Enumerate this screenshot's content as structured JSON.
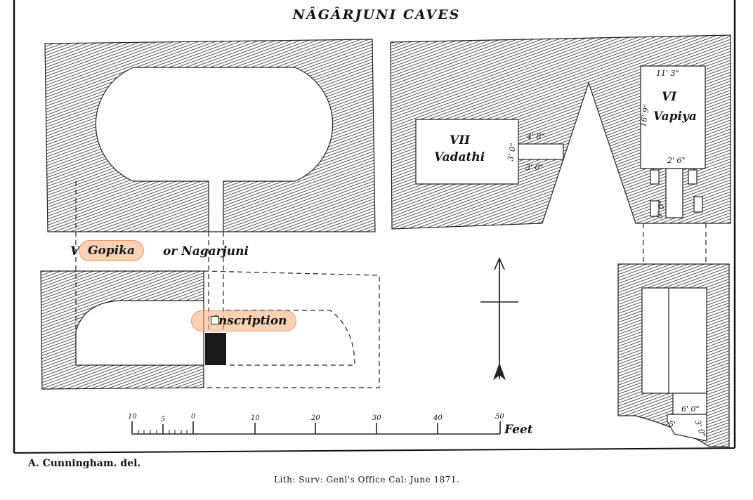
{
  "title": "NÂGÂRJUNI CAVES",
  "caves": {
    "vii": {
      "numeral": "VII",
      "name": "Vadathi"
    },
    "vi": {
      "numeral": "VI",
      "name": "Vapiya"
    },
    "v": {
      "numeral": "V",
      "name_highlight": "Gopika",
      "name_rest": "or Nagarjuni"
    }
  },
  "inscription_label": "Inscription",
  "dimensions": {
    "vii_door_top": "4' 8\"",
    "vii_door_side": "3' 0\"",
    "vii_door_bottom": "3' 0\"",
    "vi_top": "11' 3\"",
    "vi_side": "16' 9\"",
    "vi_inner": "2' 6\"",
    "vi_lower": "5' 0\"",
    "lower_right_a": "6' 0\"",
    "lower_right_b": "5'",
    "lower_right_c": "3' 0\""
  },
  "scale": {
    "ticks": [
      "10",
      "5",
      "0",
      "10",
      "20",
      "30",
      "40",
      "50"
    ],
    "unit": "Feet"
  },
  "credit": "A. Cunningham. del.",
  "imprint": "Lith: Surv: Genl's Office Cal: June 1871.",
  "colors": {
    "ink": "#141414",
    "paper": "#ffffff",
    "highlight": "#f5ac78"
  }
}
